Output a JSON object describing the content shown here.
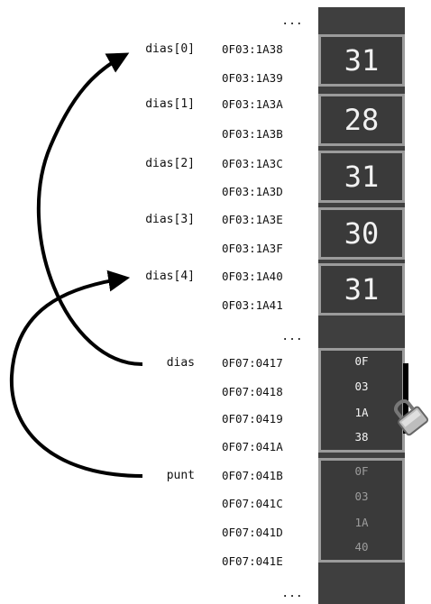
{
  "ellipses": [
    "...",
    "...",
    "..."
  ],
  "variables": {
    "dias_elements": [
      "dias[0]",
      "dias[1]",
      "dias[2]",
      "dias[3]",
      "dias[4]"
    ],
    "pointers": [
      "dias",
      "punt"
    ]
  },
  "addresses": {
    "array": [
      "0F03:1A38",
      "0F03:1A39",
      "0F03:1A3A",
      "0F03:1A3B",
      "0F03:1A3C",
      "0F03:1A3D",
      "0F03:1A3E",
      "0F03:1A3F",
      "0F03:1A40",
      "0F03:1A41"
    ],
    "pointer_bytes": [
      "0F07:0417",
      "0F07:0418",
      "0F07:0419",
      "0F07:041A",
      "0F07:041B",
      "0F07:041C",
      "0F07:041D",
      "0F07:041E"
    ]
  },
  "array_values": [
    "31",
    "28",
    "31",
    "30",
    "31"
  ],
  "pointer_values": {
    "dias": [
      "0F",
      "03",
      "1A",
      "38"
    ],
    "punt": [
      "0F",
      "03",
      "1A",
      "40"
    ]
  },
  "colors": {
    "memory_background": "#3f3f3f",
    "cell_border": "#9b9b9b",
    "arrow": "#000000"
  },
  "icons": [
    "lock-icon"
  ]
}
